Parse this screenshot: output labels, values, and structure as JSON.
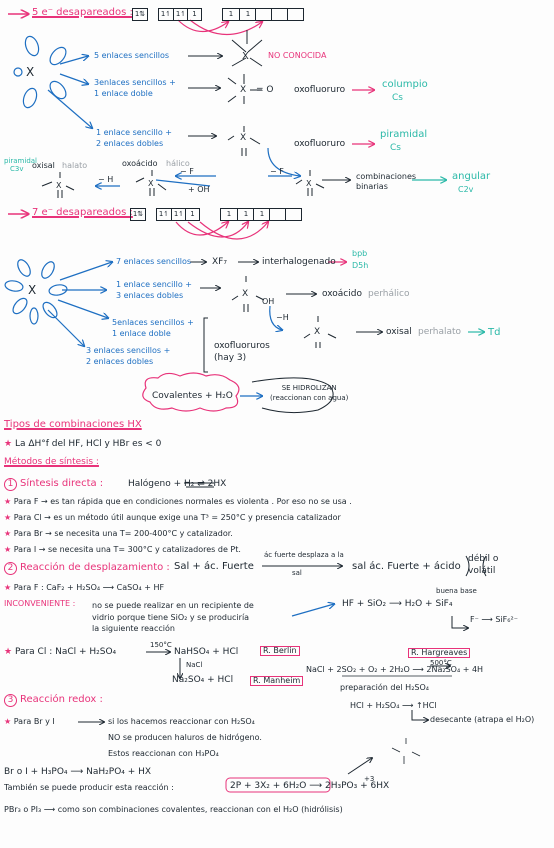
{
  "section1": {
    "title": "5 e⁻ desapareados :",
    "box_left": [
      "1⇅"
    ],
    "box_mid": [
      "1↿",
      "1↿",
      "1"
    ],
    "box_right": [
      "1",
      "1",
      "",
      "",
      ""
    ],
    "center": "X",
    "branches": [
      {
        "label": "5 enlaces sencillos",
        "molecule": "X",
        "result": "NO CONOCIDA"
      },
      {
        "label": "3enlaces sencillos +\n1 enlace doble",
        "product": "oxofluoruro",
        "shape": "columpio",
        "symmetry": "Cs"
      },
      {
        "label": "1 enlace sencillo +\n2 enlaces dobles",
        "product": "oxofluoruro",
        "shape": "piramidal",
        "symmetry": "Cs"
      }
    ],
    "lower": {
      "left_shape": "piramidal",
      "left_sym": "C3v",
      "oxisal": "oxisal",
      "halato": "halato",
      "oxacido": "oxoácido",
      "halico": "hálico",
      "minus_h": "− H",
      "minus_f": "− F",
      "plus_oh": "+ OH",
      "minus_f2": "− F",
      "binarias": "combinaciones\nbinarias",
      "right_shape": "angular",
      "right_sym": "C2v"
    }
  },
  "section2": {
    "title": "7 e⁻ desapareados :",
    "box_left": [
      "1⇅"
    ],
    "box_mid": [
      "1↿",
      "1↿",
      "1"
    ],
    "box_right": [
      "1",
      "1",
      "1",
      "",
      ""
    ],
    "branches": [
      {
        "label": "7 enlaces sencillos",
        "molecule": "XF₇",
        "product": "interhalogenado",
        "shape": "bpb",
        "symmetry": "D5h"
      },
      {
        "label": "1 enlace sencillo +\n3 enlaces dobles",
        "product": "oxoácido",
        "suffix": "perhálico"
      },
      {
        "label": "5enlaces sencillos +\n1 enlace doble"
      },
      {
        "label": "3 enlaces sencillos +\n2 enlaces dobles"
      }
    ],
    "oxofluoruros": "oxofluoruros\n(hay 3)",
    "oxisal": "oxisal",
    "perhalato": "perhalato",
    "td": "Td",
    "minus_h": "−H",
    "covalentes": "Covalentes + H₂O",
    "hidrolizan": "SE HIDROLIZAN\n(reaccionan con agua)"
  },
  "tipos": {
    "title": "Tipos de combinaciones HX",
    "item1": "La ΔH°f del HF, HCl y HBr es < 0",
    "metodos": "Métodos de síntesis :"
  },
  "m1": {
    "num": "1",
    "title": "Síntesis directa :",
    "eq": "Halógeno + H₂ ⇌ 2HX",
    "lines": [
      "Para F → es tan rápida que en condiciones normales es violenta . Por eso no se usa .",
      "Para Cl → es un método útil aunque exige una T³ = 250°C y presencia catalizador",
      "Para Br → se necesita una T= 200-400°C y catalizador.",
      "Para I → se necesita una T= 300°C y catalizadores de Pt."
    ]
  },
  "m2": {
    "num": "2",
    "title": "Reacción de desplazamiento :",
    "eq_left": "Sal + ác. Fuerte",
    "arrow_top": "ác fuerte desplaza a la",
    "arrow_bottom": "sal",
    "eq_right": "sal ác. Fuerte + ácido",
    "note": "débil o\nvolátil",
    "paraf": "Para F :  CaF₂ + H₂SO₄ ⟶ CaSO₄ + HF",
    "inconv_label": "INCONVENIENTE :",
    "inconv_text": "no se puede realizar en un recipiente de\nvidrio porque tiene SiO₂ y se produciría\nla siguiente reacción",
    "sio2": "HF + SiO₂ ⟶ H₂O + SiF₄",
    "buena_base": "buena base",
    "sif6": "F⁻ ⟶ SiF₆²⁻",
    "paracl": "Para Cl :  NaCl + H₂SO₄",
    "temp": "150°C",
    "nahso4": "NaHSO₄ + HCl",
    "berlin": "R. Berlin",
    "nacl": "NaCl",
    "na2so4": "Na₂SO₄ + HCl",
    "manheim": "R. Manheim",
    "hargreaves": "R. Hargreaves",
    "harg_eq": "NaCl + 2SO₂ + O₂ + 2H₂O ⟶ 2Na₂SO₄ + 4H",
    "harg_temp": "500°C",
    "prep": "preparación del H₂SO₄",
    "hcl_eq": "HCl + H₂SO₄ ⟶ ↑HCl",
    "desecante": "desecante (atrapa el H₂O)"
  },
  "m3": {
    "num": "3",
    "title": "Reacción redox :",
    "para": "Para Br y I",
    "note1": "si los hacemos reaccionar con H₂SO₄",
    "note2": "NO se producen haluros de hidrógeno.",
    "note3": "Estos reaccionan con H₃PO₄",
    "eq1": "Br o I + H₃PO₄ ⟶ NaH₂PO₄ + HX",
    "tambien": "También se puede producir esta reacción :",
    "eq2": "2P + 3X₂ + 6H₂O ⟶ 2H₃PO₃ + 6HX",
    "plus3": "+3",
    "pbr": "PBr₃ o PI₃ ⟶ como son combinaciones covalentes, reaccionan con el H₂O (hidrólisis)"
  }
}
